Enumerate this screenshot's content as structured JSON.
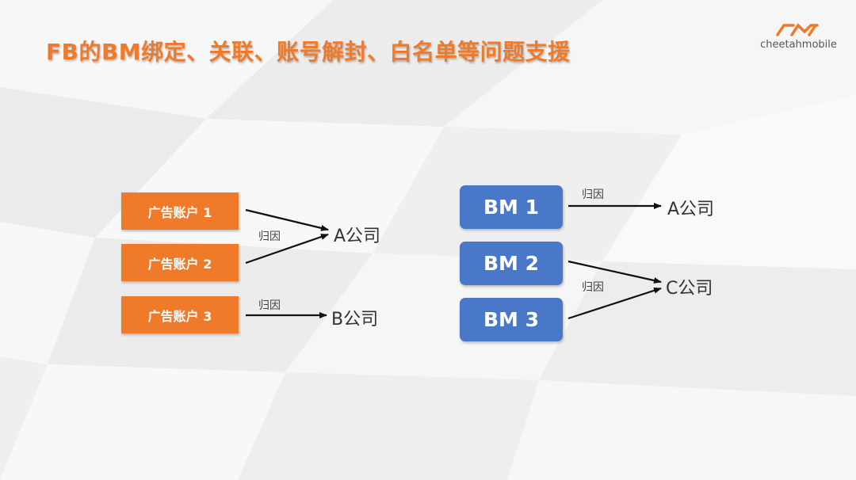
{
  "slide": {
    "title": "FB的BM绑定、关联、账号解封、白名单等问题支援",
    "logo_text": "cheetahmobile"
  },
  "left_diagram": {
    "accounts": [
      "广告账户 1",
      "广告账户 2",
      "广告账户 3"
    ],
    "attribution_label_1": "归因",
    "attribution_label_2": "归因",
    "company_a": "A公司",
    "company_b": "B公司"
  },
  "right_diagram": {
    "bms": [
      "BM 1",
      "BM 2",
      "BM 3"
    ],
    "attribution_label_1": "归因",
    "attribution_label_2": "归因",
    "company_a": "A公司",
    "company_c": "C公司"
  },
  "colors": {
    "accent_orange": "#ee7a2a",
    "bm_blue": "#4a78c8"
  }
}
